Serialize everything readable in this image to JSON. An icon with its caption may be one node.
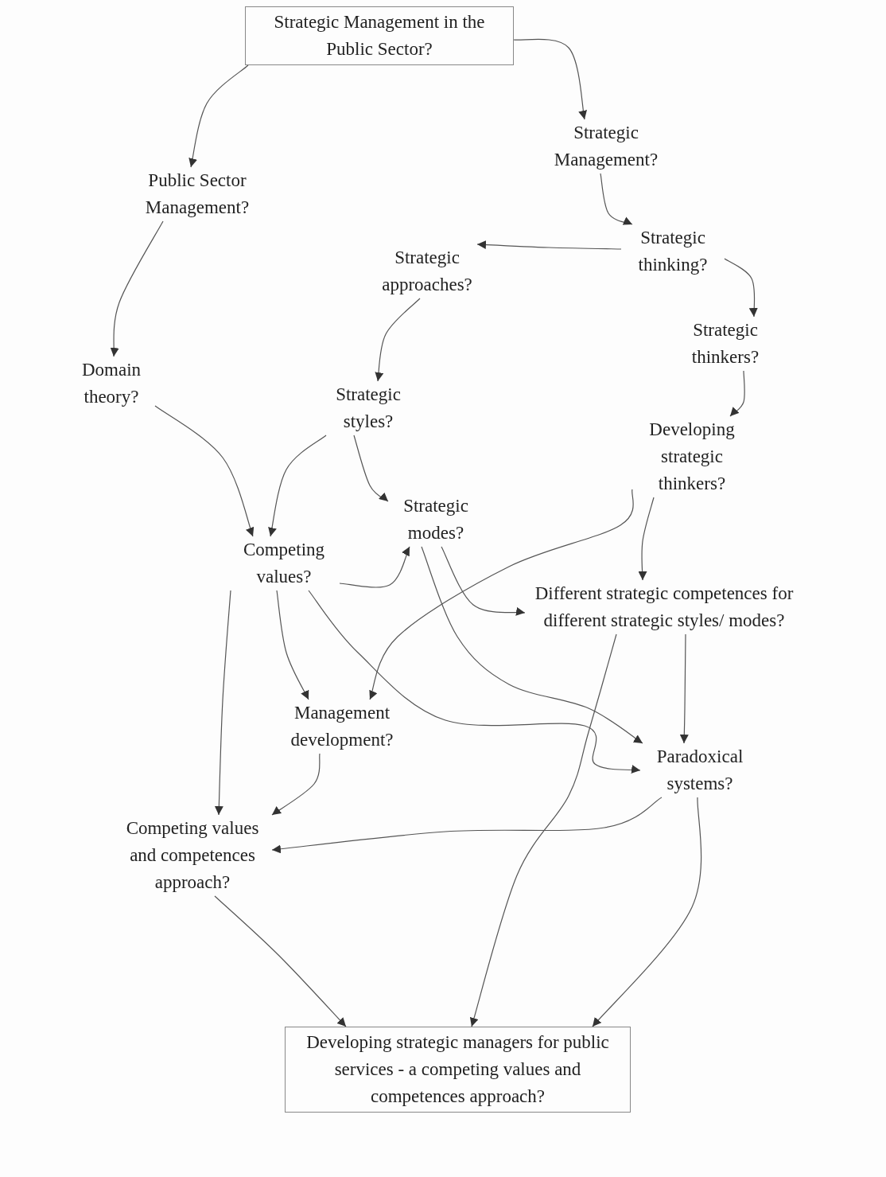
{
  "diagram": {
    "nodes": [
      {
        "text": [
          "Strategic Management in the Public Sector?"
        ]
      },
      {
        "text": [
          "Strategic Management?"
        ]
      },
      {
        "text": [
          "Public Sector Management?"
        ]
      },
      {
        "text": [
          "Strategic thinking?"
        ]
      },
      {
        "text": [
          "Strategic approaches?"
        ]
      },
      {
        "text": [
          "Strategic thinkers?"
        ]
      },
      {
        "text": [
          "Domain theory?"
        ]
      },
      {
        "text": [
          "Strategic styles?"
        ]
      },
      {
        "text": [
          "Developing strategic thinkers?"
        ]
      },
      {
        "text": [
          "Strategic modes?"
        ]
      },
      {
        "text": [
          "Competing values?"
        ]
      },
      {
        "text": [
          "Different strategic competences for different strategic styles/ modes?"
        ]
      },
      {
        "text": [
          "Management development?"
        ]
      },
      {
        "text": [
          "Paradoxical systems?"
        ]
      },
      {
        "text": [
          "Competing values and competences approach?"
        ]
      },
      {
        "text": [
          "Developing strategic managers for public services - a competing values and competences approach?"
        ]
      }
    ],
    "edges": [
      {
        "from": 0,
        "to": 1,
        "arrow": "to"
      },
      {
        "from": 0,
        "to": 2,
        "arrow": "to"
      },
      {
        "from": 1,
        "to": 3,
        "arrow": "to"
      },
      {
        "from": 3,
        "to": 4,
        "arrow": "to"
      },
      {
        "from": 3,
        "to": 5,
        "arrow": "to"
      },
      {
        "from": 4,
        "to": 7,
        "arrow": "to"
      },
      {
        "from": 2,
        "to": 6,
        "arrow": "to"
      },
      {
        "from": 5,
        "to": 8,
        "arrow": "to"
      },
      {
        "from": 6,
        "to": 10,
        "arrow": "to"
      },
      {
        "from": 7,
        "to": 10,
        "arrow": "to"
      },
      {
        "from": 7,
        "to": 9,
        "arrow": "to"
      },
      {
        "from": 8,
        "to": 12,
        "arrow": "to"
      },
      {
        "from": 8,
        "to": 11,
        "arrow": "to"
      },
      {
        "from": 10,
        "to": 9,
        "arrow": "to"
      },
      {
        "from": 9,
        "to": 11,
        "arrow": "to"
      },
      {
        "from": 10,
        "to": 12,
        "arrow": "to"
      },
      {
        "from": 10,
        "to": 13,
        "arrow": "to"
      },
      {
        "from": 9,
        "to": 13,
        "arrow": "to"
      },
      {
        "from": 11,
        "to": 13,
        "arrow": "to"
      },
      {
        "from": 11,
        "to": 15,
        "arrow": "to"
      },
      {
        "from": 10,
        "to": 14,
        "arrow": "to"
      },
      {
        "from": 12,
        "to": 14,
        "arrow": "to"
      },
      {
        "from": 13,
        "to": 14,
        "arrow": "to"
      },
      {
        "from": 14,
        "to": 15,
        "arrow": "to"
      },
      {
        "from": 13,
        "to": 15,
        "arrow": "to"
      }
    ]
  }
}
